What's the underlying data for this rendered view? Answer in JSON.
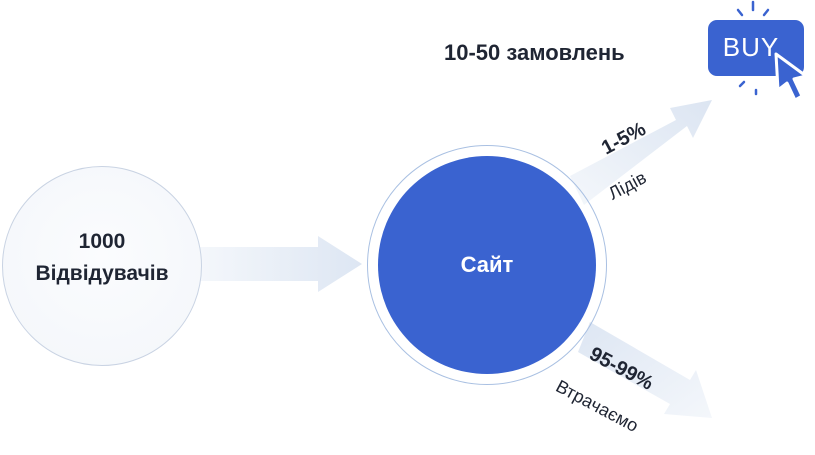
{
  "visitors": {
    "count": "1000",
    "label": "Відвідувачів"
  },
  "site": {
    "label": "Сайт"
  },
  "orders": {
    "text": "10-50 замовлень"
  },
  "buy_button": {
    "label": "BUY"
  },
  "leads_branch": {
    "percent": "1-5%",
    "label": "Лідів"
  },
  "lost_branch": {
    "percent": "95-99%",
    "label": "Втрачаємо"
  },
  "colors": {
    "accent": "#3a63d0",
    "arrow": "#e6edf7",
    "text": "#1f2533"
  },
  "icons": [
    "buy-cursor-icon"
  ]
}
